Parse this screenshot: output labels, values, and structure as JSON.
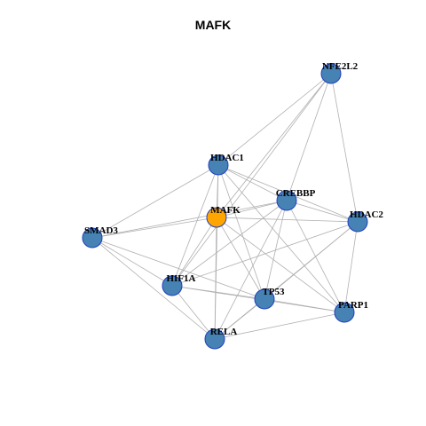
{
  "title": "MAFK",
  "colors": {
    "node_default": "#4682b4",
    "node_focus": "#ffa500",
    "node_border": "#1f3fbf",
    "edge": "#b0b0b0"
  },
  "graph": {
    "nodes": [
      {
        "id": "NFE2L2",
        "label": "NFE2L2",
        "focus": false
      },
      {
        "id": "HDAC1",
        "label": "HDAC1",
        "focus": false
      },
      {
        "id": "CREBBP",
        "label": "CREBBP",
        "focus": false
      },
      {
        "id": "MAFK",
        "label": "MAFK",
        "focus": true
      },
      {
        "id": "HDAC2",
        "label": "HDAC2",
        "focus": false
      },
      {
        "id": "SMAD3",
        "label": "SMAD3",
        "focus": false
      },
      {
        "id": "HIF1A",
        "label": "HIF1A",
        "focus": false
      },
      {
        "id": "TP53",
        "label": "TP53",
        "focus": false
      },
      {
        "id": "PARP1",
        "label": "PARP1",
        "focus": false
      },
      {
        "id": "RELA",
        "label": "RELA",
        "focus": false
      }
    ],
    "edges": [
      [
        "NFE2L2",
        "HDAC1"
      ],
      [
        "NFE2L2",
        "CREBBP"
      ],
      [
        "NFE2L2",
        "HDAC2"
      ],
      [
        "NFE2L2",
        "MAFK"
      ],
      [
        "NFE2L2",
        "HIF1A"
      ],
      [
        "HDAC1",
        "CREBBP"
      ],
      [
        "HDAC1",
        "HDAC2"
      ],
      [
        "HDAC1",
        "SMAD3"
      ],
      [
        "HDAC1",
        "HIF1A"
      ],
      [
        "HDAC1",
        "TP53"
      ],
      [
        "HDAC1",
        "PARP1"
      ],
      [
        "HDAC1",
        "RELA"
      ],
      [
        "HDAC1",
        "MAFK"
      ],
      [
        "CREBBP",
        "MAFK"
      ],
      [
        "CREBBP",
        "HDAC2"
      ],
      [
        "CREBBP",
        "SMAD3"
      ],
      [
        "CREBBP",
        "HIF1A"
      ],
      [
        "CREBBP",
        "TP53"
      ],
      [
        "CREBBP",
        "PARP1"
      ],
      [
        "CREBBP",
        "RELA"
      ],
      [
        "MAFK",
        "HDAC2"
      ],
      [
        "MAFK",
        "SMAD3"
      ],
      [
        "MAFK",
        "HIF1A"
      ],
      [
        "MAFK",
        "TP53"
      ],
      [
        "MAFK",
        "PARP1"
      ],
      [
        "MAFK",
        "RELA"
      ],
      [
        "HDAC2",
        "HIF1A"
      ],
      [
        "HDAC2",
        "TP53"
      ],
      [
        "HDAC2",
        "PARP1"
      ],
      [
        "HDAC2",
        "RELA"
      ],
      [
        "SMAD3",
        "HIF1A"
      ],
      [
        "SMAD3",
        "TP53"
      ],
      [
        "SMAD3",
        "RELA"
      ],
      [
        "HIF1A",
        "TP53"
      ],
      [
        "HIF1A",
        "PARP1"
      ],
      [
        "HIF1A",
        "RELA"
      ],
      [
        "TP53",
        "PARP1"
      ],
      [
        "TP53",
        "RELA"
      ],
      [
        "PARP1",
        "RELA"
      ]
    ]
  }
}
